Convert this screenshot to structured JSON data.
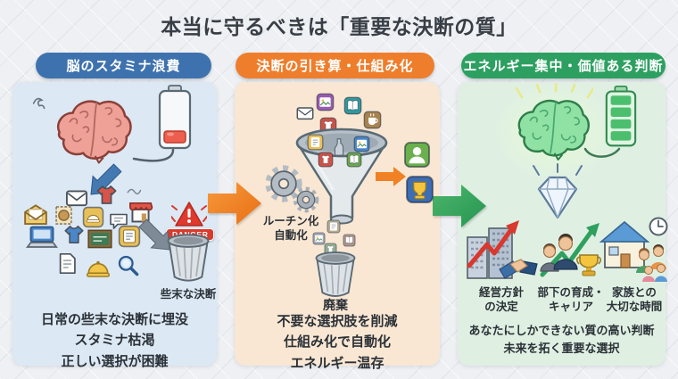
{
  "title": "本当に守るべきは「重要な決断の質」",
  "panels": {
    "left": {
      "banner": "脳のスタミナ浪費",
      "danger_badge": "DANGER",
      "trash_caption": "些末な決断",
      "summary_lines": [
        "日常の些末な決断に埋没",
        "スタミナ枯渇",
        "正しい選択が困難"
      ]
    },
    "middle": {
      "banner": "決断の引き算・仕組み化",
      "routine_lines": [
        "ルーチン化",
        "自動化"
      ],
      "trash_caption": "廃棄",
      "summary_lines": [
        "不要な選択肢を削減",
        "仕組み化で自動化",
        "エネルギー温存"
      ]
    },
    "right": {
      "banner": "エネルギー集中・価値ある判断",
      "items": [
        {
          "line1": "経営方針",
          "line2": "の決定"
        },
        {
          "line1": "部下の育成・",
          "line2": "キャリア"
        },
        {
          "line1": "家族との",
          "line2": "大切な時間"
        }
      ],
      "summary_lines": [
        "あなたにしかできない質の高い判断",
        "未来を拓く重要な選択"
      ]
    }
  },
  "colors": {
    "banner_blue": "#3e72ae",
    "banner_orange": "#ee7e2c",
    "banner_green": "#2da061",
    "panel_blue": "#dce8f4",
    "panel_peach": "#f9e7d3",
    "panel_green": "#dff0e3",
    "arrow_orange": "#f07c20",
    "arrow_green": "#35a35b",
    "danger_red": "#d93a2e",
    "title_text": "#383e45",
    "body_text": "#2b3137"
  },
  "icons": {
    "left": [
      "tired-brain",
      "low-battery",
      "squiggle",
      "down-arrow",
      "envelope",
      "open-mail",
      "red-shirt",
      "blue-shirt",
      "stamp",
      "food-tile",
      "chat-bubble",
      "storefront",
      "laptop",
      "chalkboard",
      "menu-tile",
      "document",
      "cloche",
      "magnifier",
      "danger-triangle",
      "trash-can"
    ],
    "middle": [
      "app-tiles",
      "funnel",
      "gears",
      "bottle",
      "trash-can",
      "person-tile",
      "trophy-tile",
      "small-orange-arrow"
    ],
    "right": [
      "energized-brain",
      "full-battery",
      "sparkles",
      "diamond",
      "office-buildings",
      "growth-arrow-red",
      "handshake",
      "team-members",
      "growth-arrow-green",
      "trophy",
      "house",
      "clock",
      "family"
    ]
  }
}
